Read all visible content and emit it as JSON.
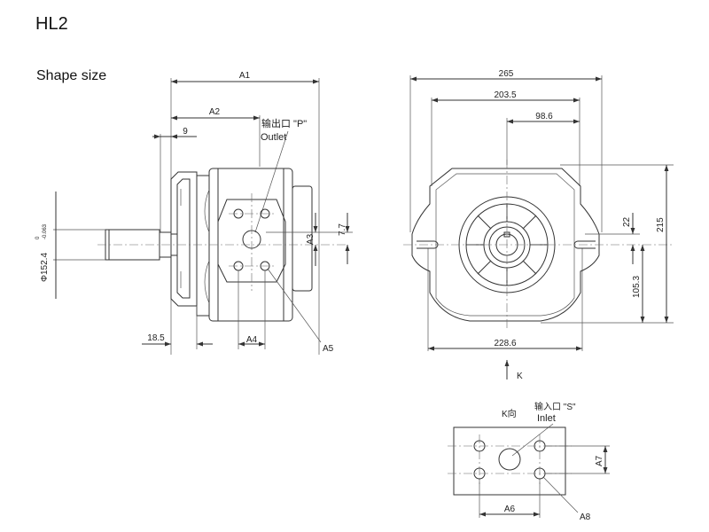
{
  "title": "HL2",
  "subtitle": "Shape size",
  "side_view": {
    "dim_a1": "A1",
    "dim_a2": "A2",
    "dim_9": "9",
    "outlet_cn": "输出口 \"P\"",
    "outlet_en": "Outlet",
    "dim_a3": "A3",
    "dim_7_7": "7.7",
    "dim_shaft": "Φ152.4",
    "shaft_tol_upper": "0",
    "shaft_tol_lower": "-0.063",
    "dim_18_5": "18.5",
    "dim_a4": "A4",
    "dim_a5": "A5"
  },
  "front_view": {
    "dim_265": "265",
    "dim_203_5": "203.5",
    "dim_98_6": "98.6",
    "dim_22": "22",
    "dim_215": "215",
    "dim_105_3": "105.3",
    "dim_228_6": "228.6",
    "k_arrow_label": "K"
  },
  "k_view": {
    "k_dir": "K向",
    "inlet_cn": "输入口 \"S\"",
    "inlet_en": "Inlet",
    "dim_a7": "A7",
    "dim_a6": "A6",
    "dim_a8": "A8"
  }
}
